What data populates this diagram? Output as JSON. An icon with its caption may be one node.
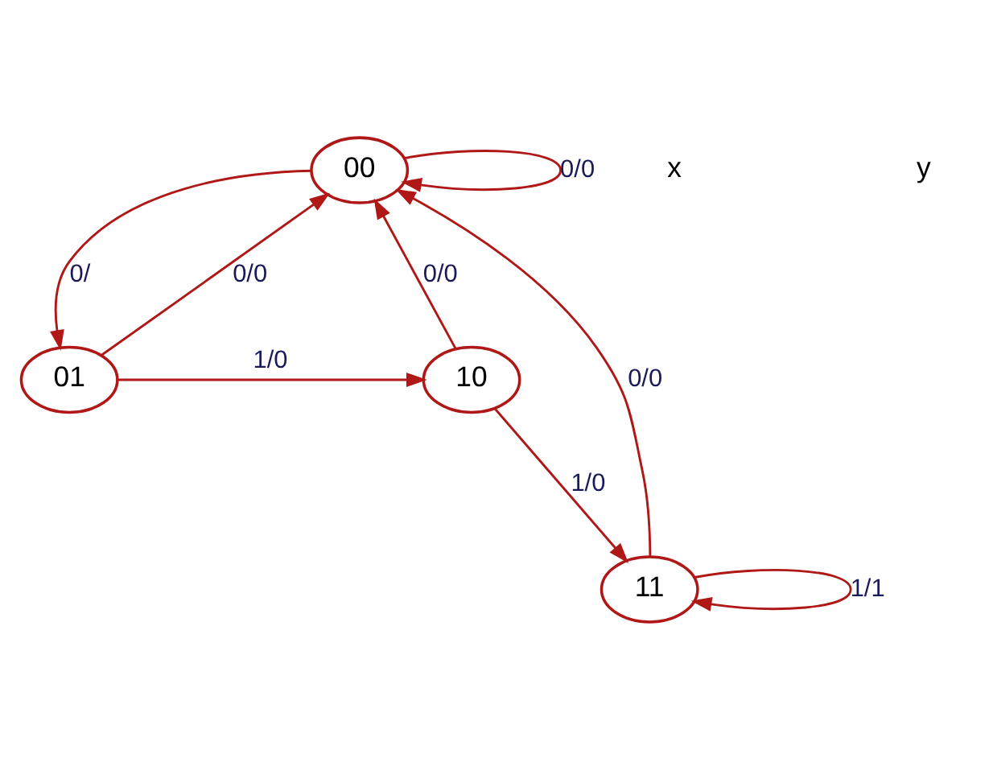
{
  "diagram": {
    "nodes": [
      {
        "text": [
          "00"
        ]
      },
      {
        "text": [
          "10"
        ]
      },
      {
        "text": [
          "01"
        ]
      },
      {
        "text": [
          "11"
        ]
      }
    ],
    "edges": [
      {
        "from": 0,
        "to": 0,
        "arrow": "to",
        "label": "0/0"
      },
      {
        "from": 0,
        "to": 2,
        "arrow": "to",
        "label": "0/"
      },
      {
        "from": 1,
        "to": 0,
        "arrow": "to",
        "label": "0/0"
      },
      {
        "from": 2,
        "to": 0,
        "arrow": "to",
        "label": "0/0"
      },
      {
        "from": 3,
        "to": 0,
        "arrow": "to",
        "label": "0/0"
      },
      {
        "from": 2,
        "to": 1,
        "arrow": "to",
        "label": "1/0"
      },
      {
        "from": 1,
        "to": 3,
        "arrow": "to",
        "label": "1/0"
      },
      {
        "from": 3,
        "to": 3,
        "arrow": "to",
        "label": "1/1"
      }
    ],
    "labels": [
      "x",
      "y"
    ]
  }
}
